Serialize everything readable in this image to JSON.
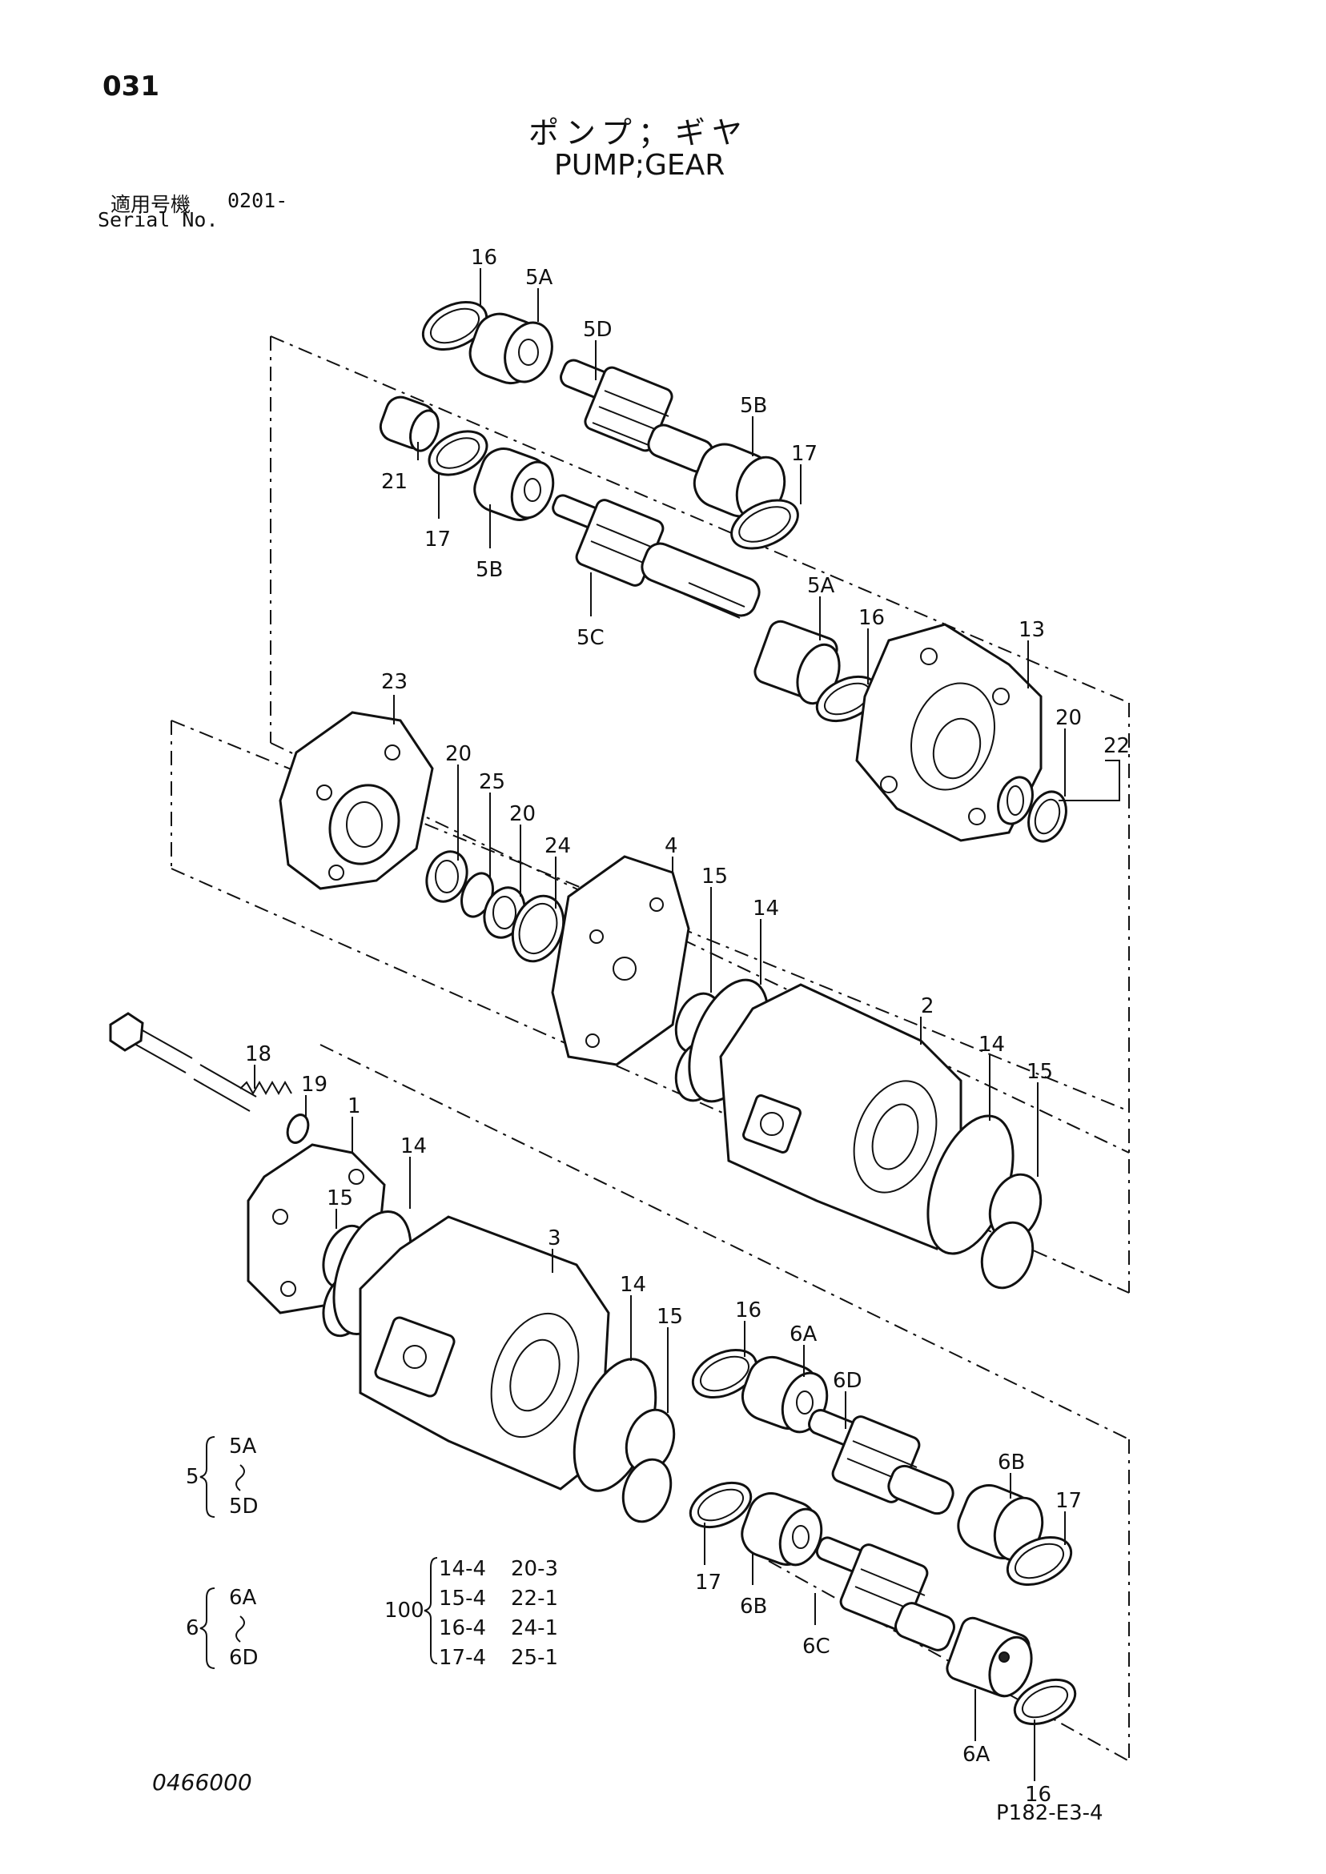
{
  "page_no": "031",
  "title_jp": "ポンプ；ギヤ",
  "title_en": "PUMP;GEAR",
  "serial_label_jp": "適用号機",
  "serial_value": "0201-",
  "serial_label_en": "Serial No.",
  "doc_no": "0466000",
  "fig_code": "P182-E3-4",
  "callouts": [
    "16",
    "5A",
    "5D",
    "5B",
    "17",
    "21",
    "17",
    "5B",
    "5C",
    "5A",
    "16",
    "13",
    "20",
    "22",
    "23",
    "20",
    "25",
    "20",
    "24",
    "4",
    "15",
    "14",
    "2",
    "14",
    "15",
    "18",
    "19",
    "1",
    "14",
    "15",
    "3",
    "14",
    "15",
    "16",
    "6A",
    "6D",
    "6B",
    "17",
    "17",
    "6B",
    "6C",
    "6A",
    "16"
  ],
  "groups": [
    {
      "id": "5",
      "from": "5A",
      "tilde": "{",
      "to": "5D"
    },
    {
      "id": "6",
      "from": "6A",
      "tilde": "{",
      "to": "6D"
    }
  ],
  "kit": {
    "id": "100",
    "rows": [
      {
        "left": "14-4",
        "right": "20-3"
      },
      {
        "left": "15-4",
        "right": "22-1"
      },
      {
        "left": "16-4",
        "right": "24-1"
      },
      {
        "left": "17-4",
        "right": "25-1"
      }
    ]
  }
}
